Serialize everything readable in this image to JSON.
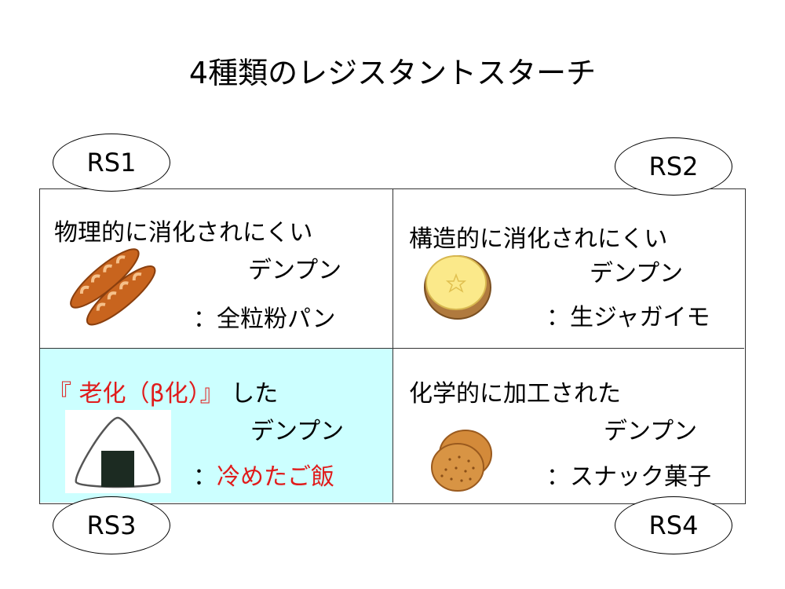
{
  "title": "4種類のレジスタントスターチ",
  "labels": {
    "rs1": "RS1",
    "rs2": "RS2",
    "rs3": "RS3",
    "rs4": "RS4"
  },
  "cells": {
    "rs1": {
      "line1": "物理的に消化されにくい",
      "line2": "デンプン",
      "example": "：全粒粉パン",
      "icon": "bread-icon"
    },
    "rs2": {
      "line1": "構造的に消化されにくい",
      "line2": "デンプン",
      "example": "：生ジャガイモ",
      "icon": "potato-icon"
    },
    "rs3": {
      "line1_red": "『 老化（β化）』",
      "line1_black": "した",
      "line2": "デンプン",
      "example_colon": "：",
      "example": "冷めたご飯",
      "icon": "onigiri-icon"
    },
    "rs4": {
      "line1": "化学的に加工された",
      "line2": "デンプン",
      "example": "：スナック菓子",
      "icon": "cracker-icon"
    }
  },
  "colors": {
    "rs3_background": "#ccffff",
    "emphasis": "#e01b1b"
  }
}
